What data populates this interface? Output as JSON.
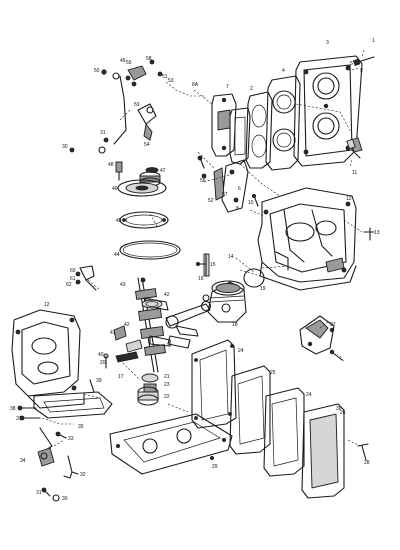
{
  "diagram": {
    "callouts": [
      {
        "id": "c1",
        "text": "1"
      },
      {
        "id": "c2",
        "text": "2"
      },
      {
        "id": "c3",
        "text": "3"
      },
      {
        "id": "c4",
        "text": "4"
      },
      {
        "id": "c5",
        "text": "5"
      },
      {
        "id": "c6",
        "text": "6"
      },
      {
        "id": "c7",
        "text": "7"
      },
      {
        "id": "c8",
        "text": "8"
      },
      {
        "id": "c8a",
        "text": "8A"
      },
      {
        "id": "c9",
        "text": "9"
      },
      {
        "id": "c10",
        "text": "10"
      },
      {
        "id": "c11",
        "text": "11"
      },
      {
        "id": "c12",
        "text": "12"
      },
      {
        "id": "c12b",
        "text": "12"
      },
      {
        "id": "c13",
        "text": "13"
      },
      {
        "id": "c14",
        "text": "14"
      },
      {
        "id": "c15",
        "text": "15"
      },
      {
        "id": "c16",
        "text": "16"
      },
      {
        "id": "c17",
        "text": "17"
      },
      {
        "id": "c18",
        "text": "18"
      },
      {
        "id": "c19",
        "text": "19"
      },
      {
        "id": "c20",
        "text": "20"
      },
      {
        "id": "c21",
        "text": "21"
      },
      {
        "id": "c22",
        "text": "22"
      },
      {
        "id": "c23",
        "text": "23"
      },
      {
        "id": "c24",
        "text": "24"
      },
      {
        "id": "c24b",
        "text": "24"
      },
      {
        "id": "c25",
        "text": "25"
      },
      {
        "id": "c26",
        "text": "26"
      },
      {
        "id": "c27",
        "text": "27"
      },
      {
        "id": "c28",
        "text": "28"
      },
      {
        "id": "c29",
        "text": "29"
      },
      {
        "id": "c30",
        "text": "30"
      },
      {
        "id": "c30b",
        "text": "30"
      },
      {
        "id": "c31",
        "text": "31"
      },
      {
        "id": "c31b",
        "text": "31"
      },
      {
        "id": "c32",
        "text": "32"
      },
      {
        "id": "c33",
        "text": "33"
      },
      {
        "id": "c34",
        "text": "34"
      },
      {
        "id": "c35",
        "text": "35"
      },
      {
        "id": "c36",
        "text": "36"
      },
      {
        "id": "c37",
        "text": "37"
      },
      {
        "id": "c38",
        "text": "38"
      },
      {
        "id": "c39",
        "text": "39"
      },
      {
        "id": "c40",
        "text": "40"
      },
      {
        "id": "c41",
        "text": "41"
      },
      {
        "id": "c42",
        "text": "42"
      },
      {
        "id": "c42b",
        "text": "42"
      },
      {
        "id": "c43",
        "text": "43"
      },
      {
        "id": "c44",
        "text": "44"
      },
      {
        "id": "c45",
        "text": "45"
      },
      {
        "id": "c46",
        "text": "46"
      },
      {
        "id": "c47",
        "text": "47"
      },
      {
        "id": "c48",
        "text": "48"
      },
      {
        "id": "c49",
        "text": "49"
      },
      {
        "id": "c50",
        "text": "50"
      },
      {
        "id": "c51",
        "text": "51"
      },
      {
        "id": "c52",
        "text": "52"
      },
      {
        "id": "c53",
        "text": "53"
      },
      {
        "id": "c54",
        "text": "54"
      },
      {
        "id": "c55",
        "text": "55"
      },
      {
        "id": "c56",
        "text": "56"
      },
      {
        "id": "c57",
        "text": "57"
      },
      {
        "id": "c58",
        "text": "58"
      },
      {
        "id": "c59",
        "text": "59"
      },
      {
        "id": "c60",
        "text": "60"
      },
      {
        "id": "c61",
        "text": "61"
      },
      {
        "id": "c62",
        "text": "62"
      }
    ]
  }
}
